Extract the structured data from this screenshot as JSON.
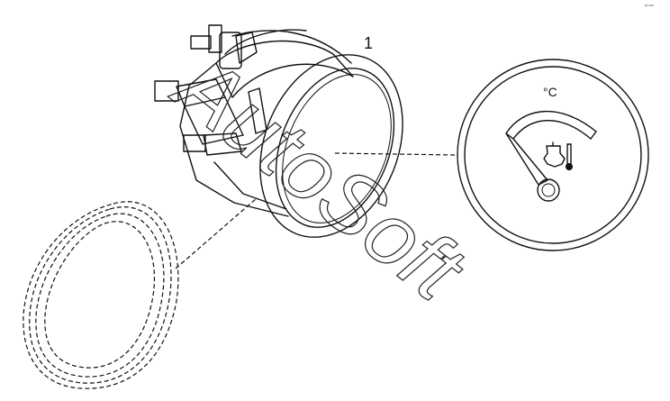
{
  "diagram": {
    "callout_number": "1",
    "gauge_unit_label": "°C",
    "watermark_text": "AutoSoft",
    "corner_mark": "ᵃᵗ ᵒᵒᵒ"
  }
}
